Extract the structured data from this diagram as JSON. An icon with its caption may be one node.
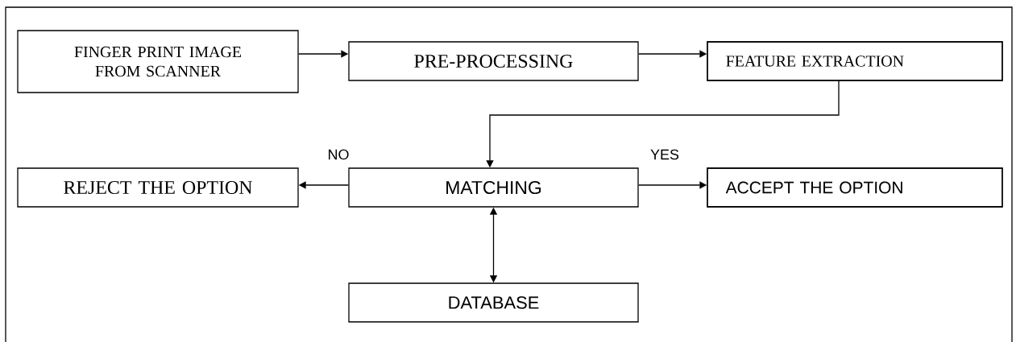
{
  "diagram": {
    "nodes": [
      {
        "text": [
          "FINGER PRINT IMAGE FROM SCANNER"
        ]
      },
      {
        "text": [
          "PRE-PROCESSING"
        ]
      },
      {
        "text": [
          "FEATURE EXTRACTION"
        ]
      },
      {
        "text": [
          "MATCHING"
        ]
      },
      {
        "text": [
          "REJECT THE OPTION"
        ]
      },
      {
        "text": [
          "ACCEPT THE OPTION"
        ]
      },
      {
        "text": [
          "DATABASE"
        ]
      }
    ],
    "edges": [
      {
        "from": 0,
        "to": 1,
        "arrow": "to"
      },
      {
        "from": 1,
        "to": 2,
        "arrow": "to"
      },
      {
        "from": 2,
        "to": 3,
        "arrow": "to"
      },
      {
        "from": 3,
        "to": 4,
        "arrow": "to",
        "label": "NO"
      },
      {
        "from": 3,
        "to": 5,
        "arrow": "to",
        "label": "YES"
      },
      {
        "from": 3,
        "to": 6,
        "arrow": "both"
      }
    ]
  }
}
